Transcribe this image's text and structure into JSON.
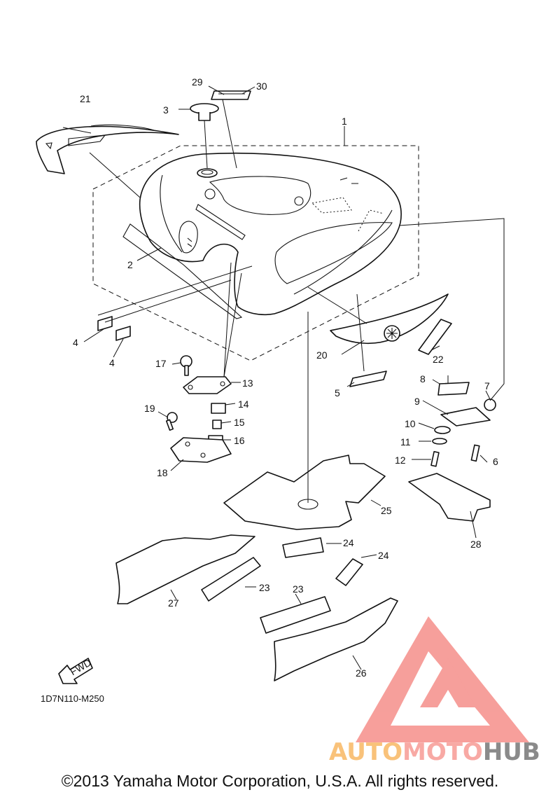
{
  "diagram": {
    "doc_number": "1D7N110-M250",
    "fwd_label": "FWD",
    "copyright": "©2013 Yamaha Motor Corporation, U.S.A. All rights reserved.",
    "watermark": {
      "part1": "AUTO",
      "part2": "MOTO",
      "part3": "HUB",
      "colors": {
        "auto": "#f9c27a",
        "moto": "#f8a9a4",
        "hub": "#8a8a8a",
        "logo": "#f47f7a"
      }
    },
    "callouts": [
      "1",
      "2",
      "3",
      "4",
      "4",
      "5",
      "6",
      "7",
      "8",
      "9",
      "10",
      "11",
      "12",
      "13",
      "14",
      "15",
      "16",
      "17",
      "18",
      "19",
      "20",
      "21",
      "22",
      "23",
      "23",
      "24",
      "24",
      "25",
      "26",
      "27",
      "28",
      "29",
      "30"
    ]
  }
}
